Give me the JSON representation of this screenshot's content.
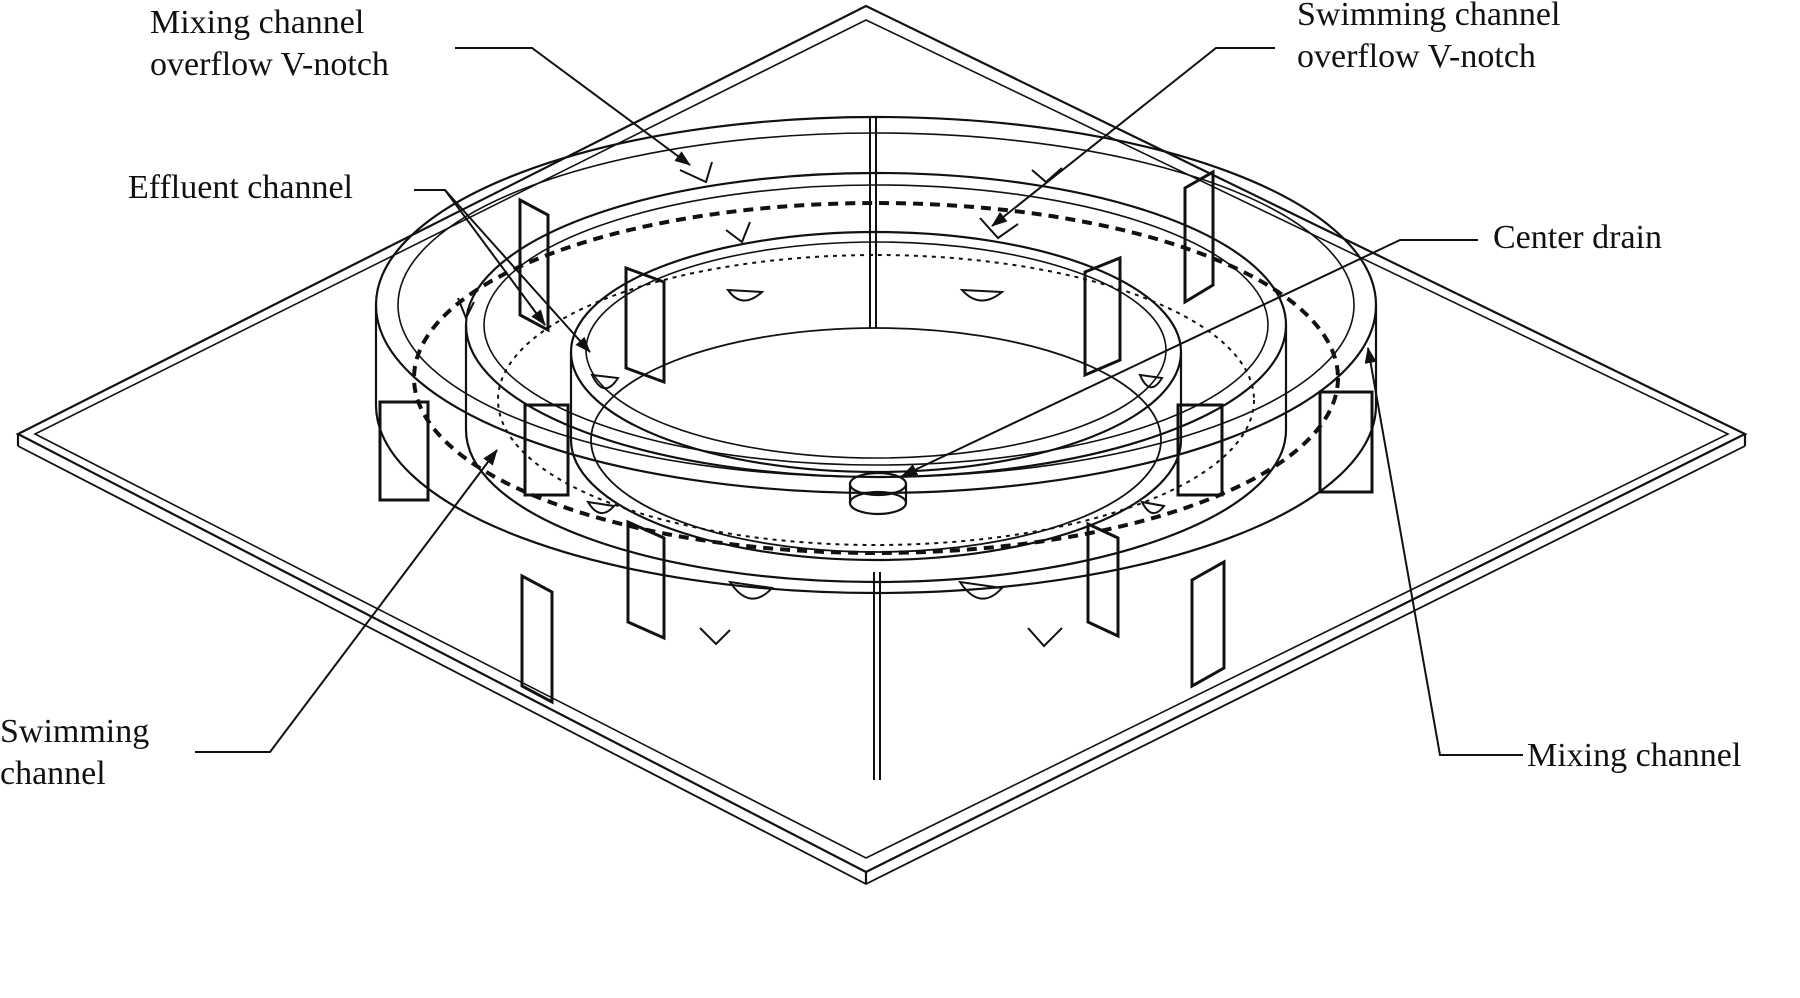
{
  "colors": {
    "ink": "#111111",
    "background": "#ffffff"
  },
  "labels": {
    "mixing_vnotch": {
      "line1": "Mixing channel",
      "line2": "overflow V-notch"
    },
    "swimming_vnotch": {
      "line1": "Swimming channel",
      "line2": "overflow V-notch"
    },
    "effluent_channel": "Effluent channel",
    "center_drain": "Center drain",
    "swimming_channel": {
      "line1": "Swimming",
      "line2": "channel"
    },
    "mixing_channel": "Mixing channel"
  }
}
